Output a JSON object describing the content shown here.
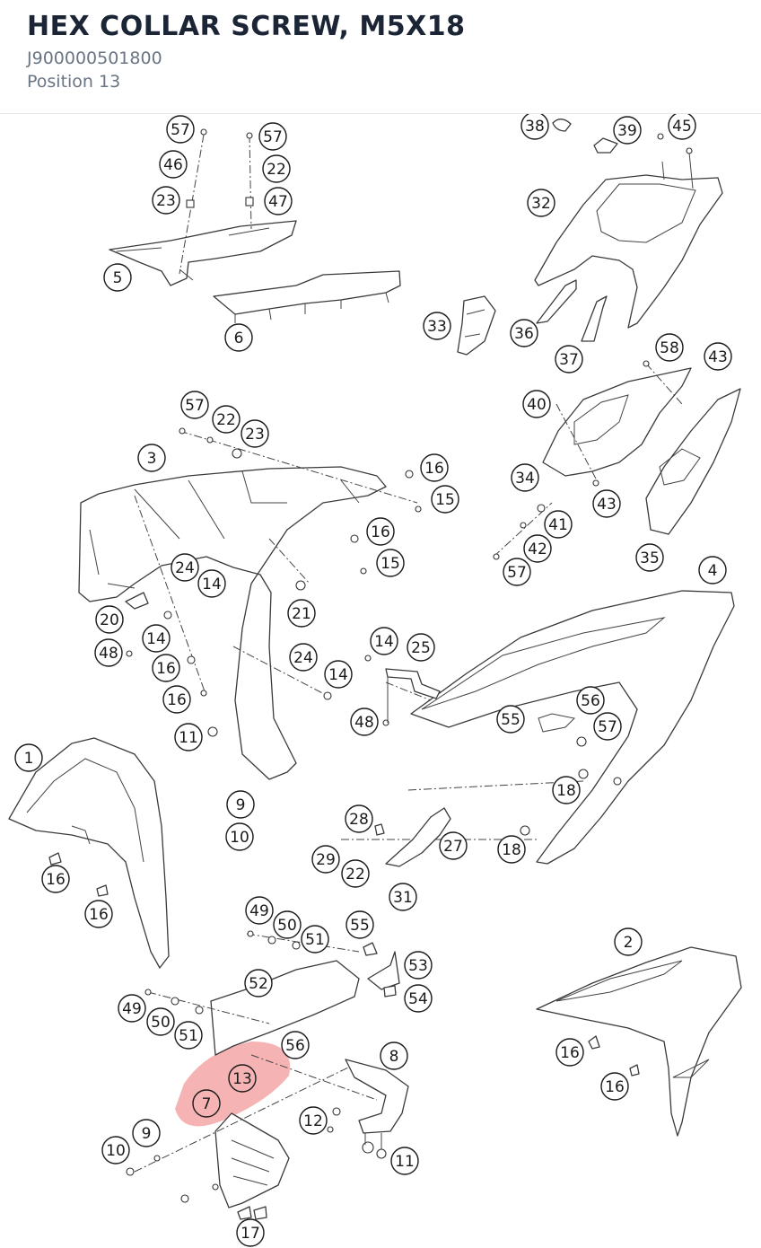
{
  "header": {
    "title": "HEX COLLAR SCREW, M5X18",
    "part_number": "J900000501800",
    "position_label": "Position 13"
  },
  "highlight": {
    "callout": "13",
    "color": "#f08080"
  },
  "callouts": [
    {
      "id": "c57a",
      "label": "57"
    },
    {
      "id": "c46",
      "label": "46"
    },
    {
      "id": "c23a",
      "label": "23"
    },
    {
      "id": "c5",
      "label": "5"
    },
    {
      "id": "c57b",
      "label": "57"
    },
    {
      "id": "c22a",
      "label": "22"
    },
    {
      "id": "c47",
      "label": "47"
    },
    {
      "id": "c6",
      "label": "6"
    },
    {
      "id": "c38",
      "label": "38"
    },
    {
      "id": "c39",
      "label": "39"
    },
    {
      "id": "c45",
      "label": "45"
    },
    {
      "id": "c32",
      "label": "32"
    },
    {
      "id": "c33",
      "label": "33"
    },
    {
      "id": "c36",
      "label": "36"
    },
    {
      "id": "c37",
      "label": "37"
    },
    {
      "id": "c58",
      "label": "58"
    },
    {
      "id": "c43a",
      "label": "43"
    },
    {
      "id": "c40",
      "label": "40"
    },
    {
      "id": "c34",
      "label": "34"
    },
    {
      "id": "c43b",
      "label": "43"
    },
    {
      "id": "c41",
      "label": "41"
    },
    {
      "id": "c42",
      "label": "42"
    },
    {
      "id": "c57c",
      "label": "57"
    },
    {
      "id": "c35",
      "label": "35"
    },
    {
      "id": "c57d",
      "label": "57"
    },
    {
      "id": "c22b",
      "label": "22"
    },
    {
      "id": "c23b",
      "label": "23"
    },
    {
      "id": "c3",
      "label": "3"
    },
    {
      "id": "c16a",
      "label": "16"
    },
    {
      "id": "c15a",
      "label": "15"
    },
    {
      "id": "c16b",
      "label": "16"
    },
    {
      "id": "c15b",
      "label": "15"
    },
    {
      "id": "c24a",
      "label": "24"
    },
    {
      "id": "c14a",
      "label": "14"
    },
    {
      "id": "c21",
      "label": "21"
    },
    {
      "id": "c20",
      "label": "20"
    },
    {
      "id": "c14b",
      "label": "14"
    },
    {
      "id": "c48a",
      "label": "48"
    },
    {
      "id": "c16c",
      "label": "16"
    },
    {
      "id": "c16d",
      "label": "16"
    },
    {
      "id": "c24b",
      "label": "24"
    },
    {
      "id": "c14c",
      "label": "14"
    },
    {
      "id": "c14d",
      "label": "14"
    },
    {
      "id": "c25",
      "label": "25"
    },
    {
      "id": "c48b",
      "label": "48"
    },
    {
      "id": "c4",
      "label": "4"
    },
    {
      "id": "c56a",
      "label": "56"
    },
    {
      "id": "c55a",
      "label": "55"
    },
    {
      "id": "c57e",
      "label": "57"
    },
    {
      "id": "c11a",
      "label": "11"
    },
    {
      "id": "c1",
      "label": "1"
    },
    {
      "id": "c9a",
      "label": "9"
    },
    {
      "id": "c10a",
      "label": "10"
    },
    {
      "id": "c18a",
      "label": "18"
    },
    {
      "id": "c28",
      "label": "28"
    },
    {
      "id": "c27",
      "label": "27"
    },
    {
      "id": "c18b",
      "label": "18"
    },
    {
      "id": "c29",
      "label": "29"
    },
    {
      "id": "c22c",
      "label": "22"
    },
    {
      "id": "c31",
      "label": "31"
    },
    {
      "id": "c16e",
      "label": "16"
    },
    {
      "id": "c16f",
      "label": "16"
    },
    {
      "id": "c49a",
      "label": "49"
    },
    {
      "id": "c50a",
      "label": "50"
    },
    {
      "id": "c51a",
      "label": "51"
    },
    {
      "id": "c55b",
      "label": "55"
    },
    {
      "id": "c53",
      "label": "53"
    },
    {
      "id": "c52",
      "label": "52"
    },
    {
      "id": "c54",
      "label": "54"
    },
    {
      "id": "c49b",
      "label": "49"
    },
    {
      "id": "c50b",
      "label": "50"
    },
    {
      "id": "c51b",
      "label": "51"
    },
    {
      "id": "c56b",
      "label": "56"
    },
    {
      "id": "c13",
      "label": "13"
    },
    {
      "id": "c7",
      "label": "7"
    },
    {
      "id": "c8",
      "label": "8"
    },
    {
      "id": "c9b",
      "label": "9"
    },
    {
      "id": "c10b",
      "label": "10"
    },
    {
      "id": "c12",
      "label": "12"
    },
    {
      "id": "c11b",
      "label": "11"
    },
    {
      "id": "c17",
      "label": "17"
    },
    {
      "id": "c2",
      "label": "2"
    },
    {
      "id": "c16g",
      "label": "16"
    },
    {
      "id": "c16h",
      "label": "16"
    }
  ]
}
